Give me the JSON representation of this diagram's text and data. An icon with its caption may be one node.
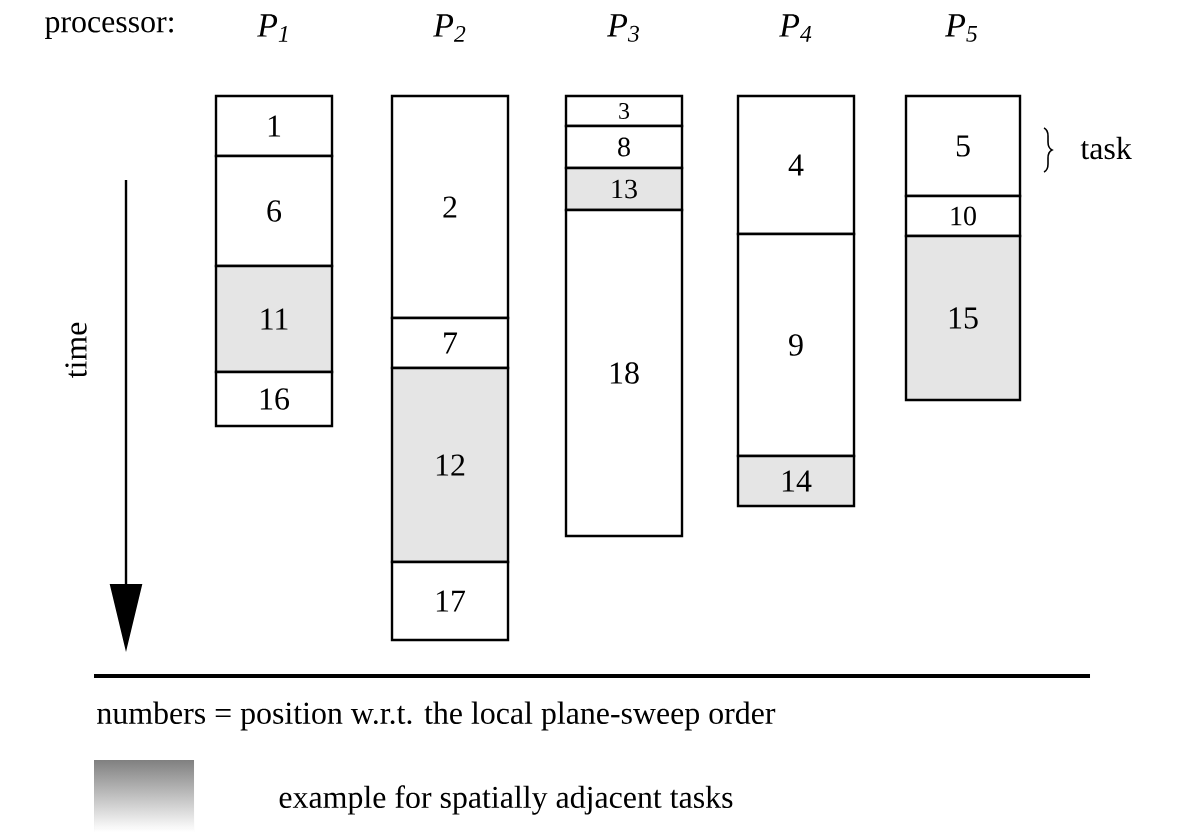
{
  "diagram": {
    "nodes": [
      {
        "text": [
          "1"
        ]
      },
      {
        "text": [
          "2"
        ]
      },
      {
        "text": [
          "3"
        ]
      },
      {
        "text": [
          "4"
        ]
      },
      {
        "text": [
          "5"
        ]
      },
      {
        "text": [
          "6"
        ]
      },
      {
        "text": [
          "7"
        ]
      },
      {
        "text": [
          "8"
        ]
      },
      {
        "text": [
          "9"
        ]
      },
      {
        "text": [
          "10"
        ]
      },
      {
        "text": [
          "11"
        ]
      },
      {
        "text": [
          "12"
        ]
      },
      {
        "text": [
          "13"
        ]
      },
      {
        "text": [
          "14"
        ]
      },
      {
        "text": [
          "15"
        ]
      },
      {
        "text": [
          "16"
        ]
      },
      {
        "text": [
          "17"
        ]
      },
      {
        "text": [
          "18"
        ]
      }
    ],
    "labels": [
      "processor:",
      "P$_{1}$",
      "P$_{2}$",
      "P$_{3}$",
      "P$_{4}$",
      "P$_{5}$",
      "task",
      "time",
      "numbers = position w.r.t. the local plane-sweep order"
    ],
    "legend": [
      {
        "text": "example for spatially adjacent tasks",
        "color": "#e5e5e5"
      }
    ]
  }
}
